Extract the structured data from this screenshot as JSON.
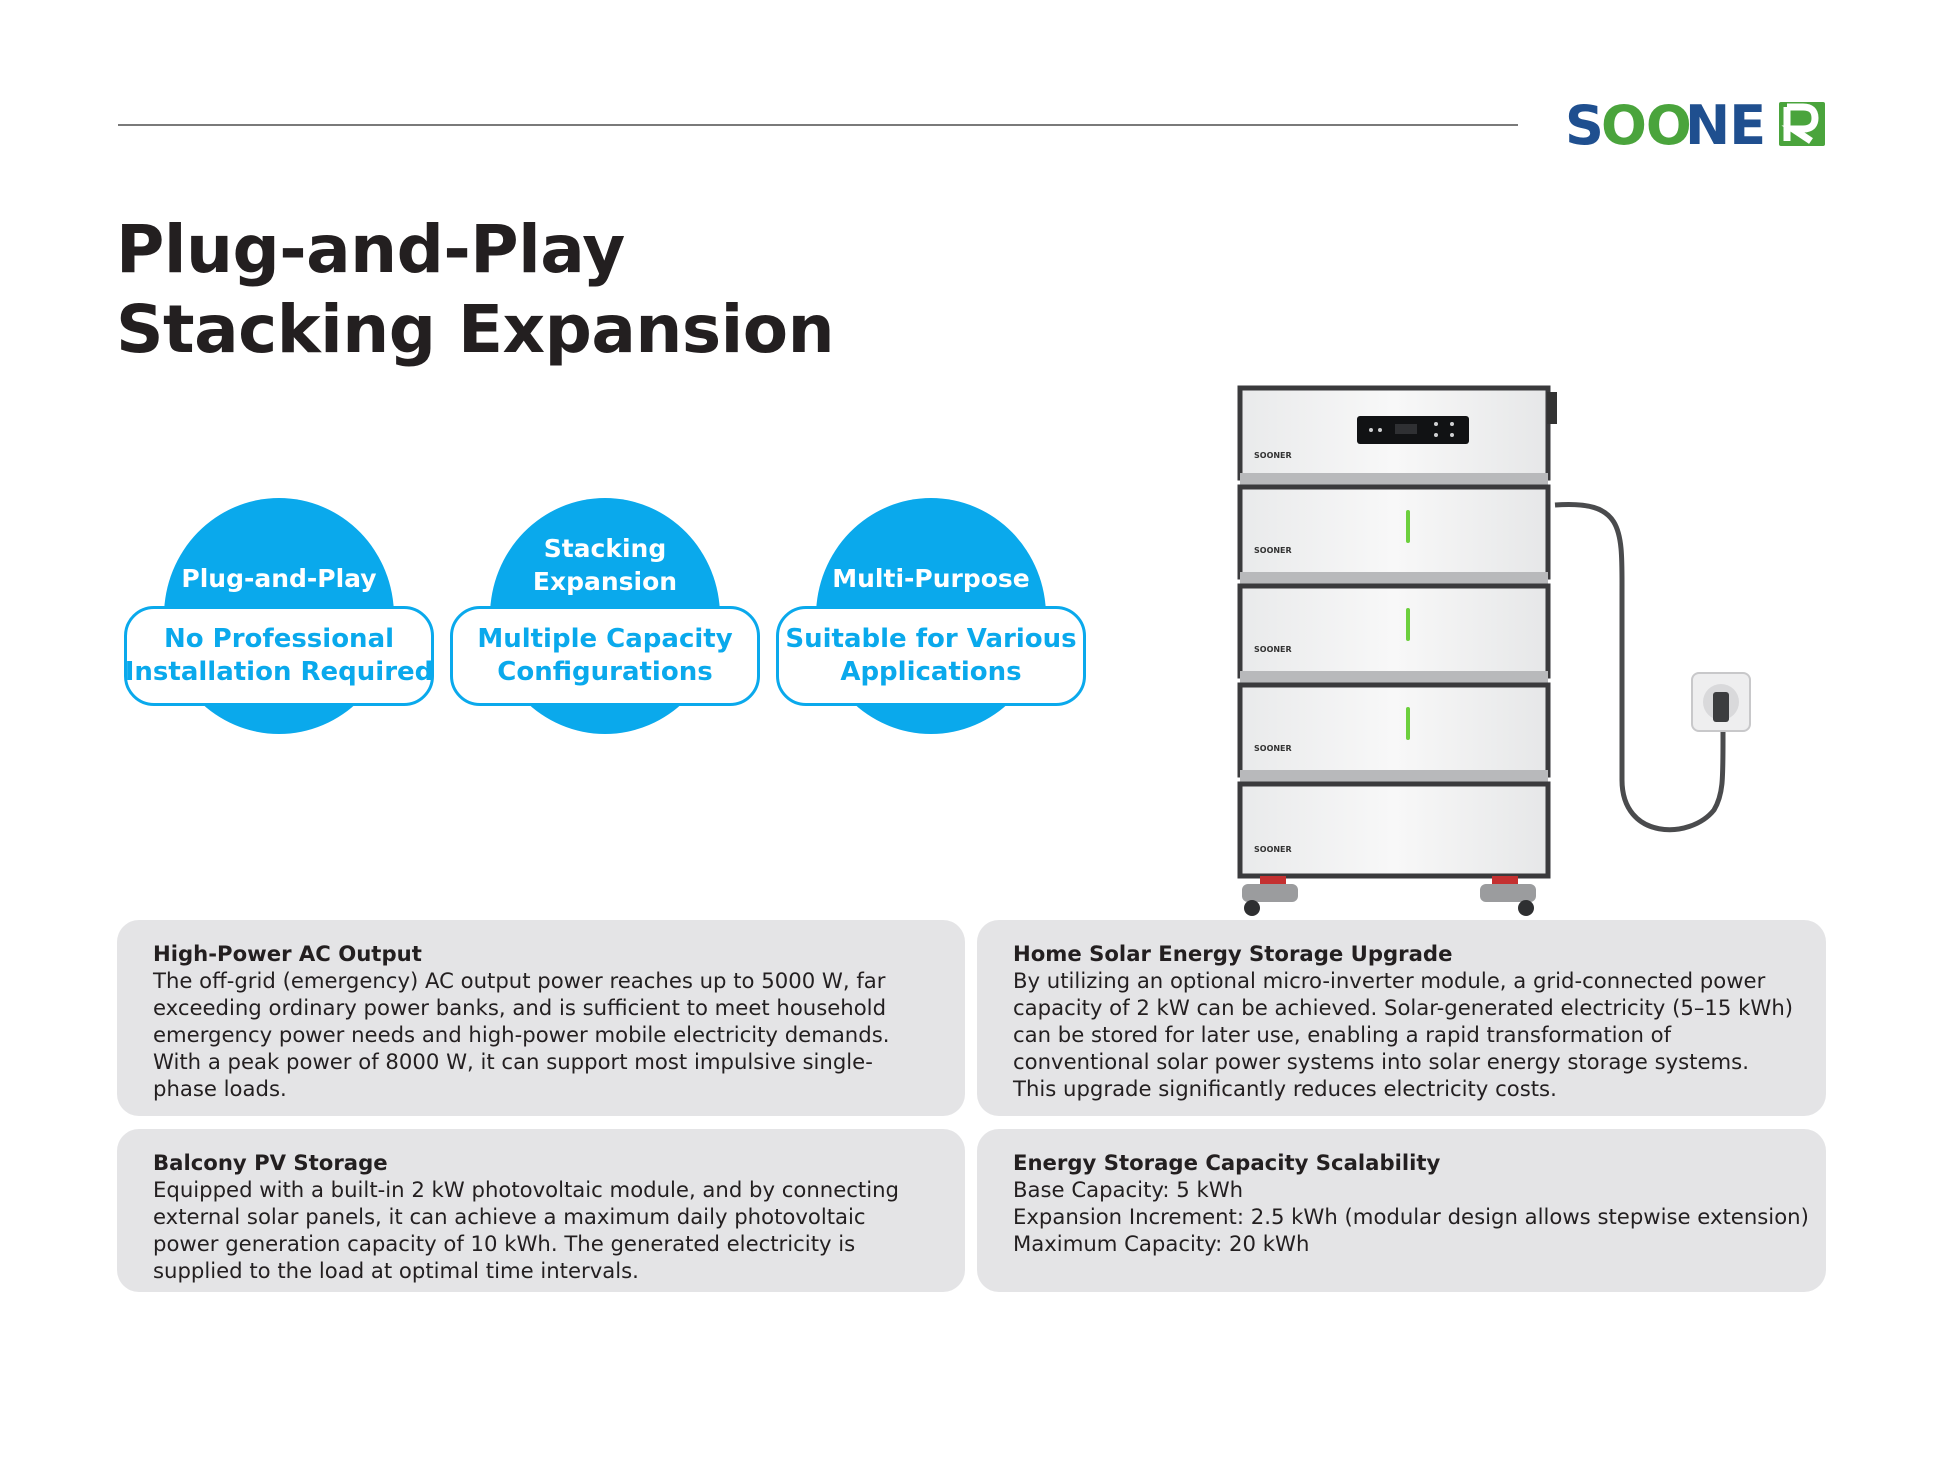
{
  "brand": {
    "logo_text": "SOONER",
    "colors": {
      "blue": "#1f4f8f",
      "green": "#4aa43c"
    }
  },
  "title": {
    "line1": "Plug-and-Play",
    "line2": "Stacking Expansion"
  },
  "badges": [
    {
      "head_lines": [
        "Plug-and-Play"
      ],
      "pill_lines": [
        "No Professional",
        "Installation Required"
      ]
    },
    {
      "head_lines": [
        "Stacking",
        "Expansion"
      ],
      "pill_lines": [
        "Multiple Capacity",
        "Configurations"
      ]
    },
    {
      "head_lines": [
        "Multi-Purpose"
      ],
      "pill_lines": [
        "Suitable for Various",
        "Applications"
      ]
    }
  ],
  "colors": {
    "accent": "#0aa9ec",
    "card_bg": "#e4e4e6",
    "text": "#231f20"
  },
  "product": {
    "module_brand": "SOONER"
  },
  "cards": {
    "ac_output": {
      "title": "High-Power AC Output",
      "body": "The off-grid (emergency) AC output power reaches up to 5000 W, far exceeding ordinary power banks, and is sufficient to meet household emergency power needs and high-power mobile electricity demands. With a peak power of 8000 W, it can support most impulsive single-phase loads."
    },
    "home_solar": {
      "title": "Home Solar Energy Storage Upgrade",
      "body": "By utilizing an optional micro-inverter module, a grid-connected power capacity of 2 kW can be achieved. Solar-generated electricity (5–15 kWh) can be stored for later use, enabling a rapid transformation of conventional solar power systems into solar energy storage systems. This upgrade significantly reduces electricity costs."
    },
    "balcony_pv": {
      "title": "Balcony PV Storage",
      "body": "Equipped with a built-in 2 kW photovoltaic module, and by connecting external solar panels, it can achieve a maximum daily photovoltaic power generation capacity of 10 kWh. The generated electricity is supplied to the load at optimal time intervals."
    },
    "scalability": {
      "title": "Energy Storage Capacity Scalability",
      "lines": [
        "Base Capacity: 5 kWh",
        "Expansion Increment: 2.5 kWh (modular design allows stepwise extension)",
        "Maximum Capacity: 20 kWh"
      ]
    }
  }
}
